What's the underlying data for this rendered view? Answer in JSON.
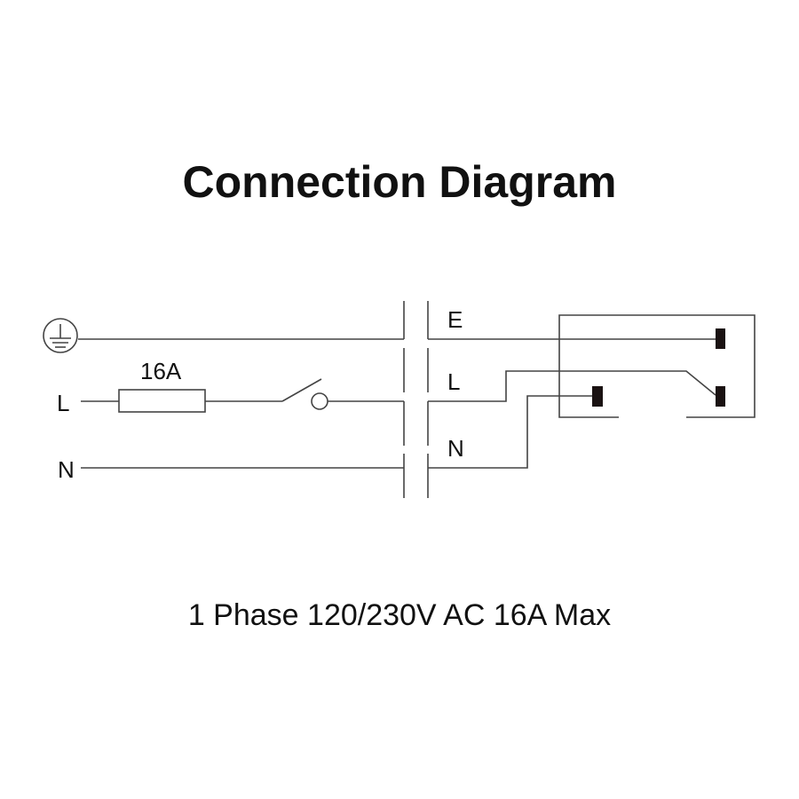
{
  "title": "Connection Diagram",
  "subtitle": "1 Phase 120/230V AC 16A Max",
  "left_labels": {
    "live": "L",
    "neutral": "N",
    "fuse_rating": "16A"
  },
  "right_labels": {
    "earth": "E",
    "live": "L",
    "neutral": "N"
  },
  "colors": {
    "line": "#444444",
    "ink": "#111111",
    "terminal": "#1a1212"
  }
}
